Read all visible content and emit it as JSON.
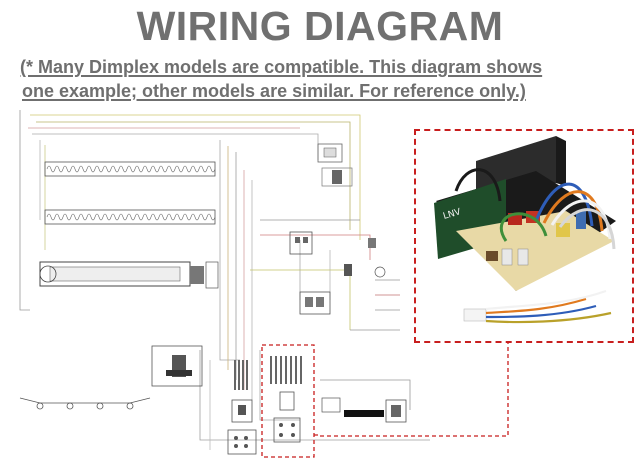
{
  "header": {
    "title": "WIRING DIAGRAM",
    "note_line1": "(* Many Dimplex models are compatible. This diagram shows",
    "note_line2": " one example; other models are similar. For reference only.)"
  },
  "board_photo": {
    "label_text": "LNV",
    "highlight_color": "#c81e1e"
  },
  "colors": {
    "title_gray": "#707070",
    "highlight_red": "#c81e1e",
    "board_green": "#1f4d2a",
    "board_beige": "#e8d9a6"
  }
}
